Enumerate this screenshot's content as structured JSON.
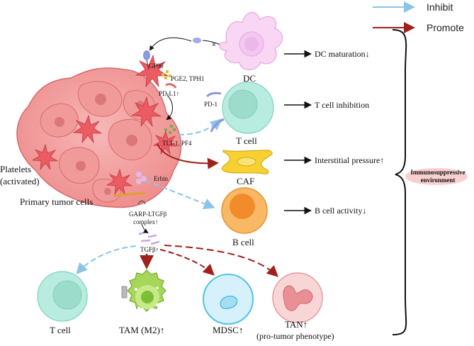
{
  "legend": {
    "inhibit": "Inhibit",
    "promote": "Promote",
    "inhibit_color": "#8cc4e8",
    "promote_color": "#a0201c"
  },
  "cells": {
    "dc": "DC",
    "t_cell_top": "T cell",
    "caf": "CAF",
    "b_cell": "B cell",
    "t_cell_bottom": "T cell",
    "tam": "TAM (M2)↑",
    "mdsc": "MDSC↑",
    "tan": "TAN↑",
    "tan_note": "(pro-tumor phenotype)",
    "platelets": "Platelets",
    "platelets_note": "(activated)",
    "tumor": "Primary tumor cells"
  },
  "molecules": {
    "gp96": "GP96",
    "pge2": "PGE2, TPH1",
    "pdl1": "PD-L1↑",
    "pd1": "PD-1",
    "tlt1": "TLT-1, PF4",
    "erbin": "Erbin",
    "garp": "GARP-LTGFβ",
    "garp_complex": "complex↑",
    "tgfb": "TGFβ↑"
  },
  "outcomes": {
    "dc": "DC maturation↓",
    "t": "T cell inhibition",
    "caf": "Interstitial pressure↑",
    "b": "B cell activity↓"
  },
  "summary": "Immunosuppressive environment",
  "colors": {
    "tumor": "#f2a0a0",
    "platelet": "#ec5a62",
    "dc": "#f3c8f0",
    "tcell": "#a8e6d8",
    "caf": "#f7d133",
    "bcell": "#f6a64a",
    "tam": "#a6d75a",
    "mdsc": "#bfe6f5",
    "tan": "#f5c6c6"
  }
}
